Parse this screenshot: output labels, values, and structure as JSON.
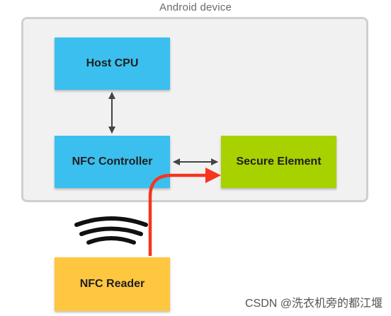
{
  "device": {
    "label": "Android device"
  },
  "nodes": {
    "host_cpu": "Host CPU",
    "nfc_controller": "NFC Controller",
    "secure_element": "Secure Element",
    "nfc_reader": "NFC Reader"
  },
  "colors": {
    "host_nfc_boxes": "#3bbfee",
    "secure_element_box": "#a8d100",
    "nfc_reader_box": "#ffc640",
    "data_path_arrow": "#f5351f",
    "connector_arrows": "#444444",
    "device_frame": "#cfcfcf"
  },
  "watermark": "CSDN @洗衣机旁的都江堰"
}
